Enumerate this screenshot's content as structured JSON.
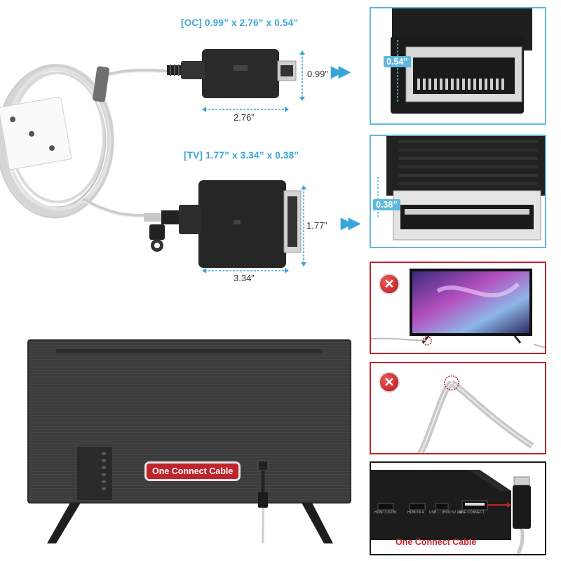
{
  "oc_connector": {
    "heading": "[OC] 0.99” x 2.76” x 0.54”",
    "height": "0.99”",
    "width": "2.76”",
    "depth_badge": "0.54”"
  },
  "tv_connector": {
    "heading": "[TV] 1.77” x 3.34” x 0.38”",
    "height": "1.77”",
    "width": "3.34”",
    "depth_badge": "0.38”"
  },
  "tv_panel": {
    "cable_label": "One Connect Cable"
  },
  "one_connect_panel": {
    "ports": [
      "HDMI 3 (STB)",
      "HDMI IN 4",
      "USB ↔ (HDD 5V 1A)",
      "ONE CONNECT"
    ],
    "cable_label": "One Connect Cable"
  },
  "colors": {
    "accent_blue": "#3aa6d8",
    "warning_red": "#c0242b"
  },
  "icons": [
    "double-chevron-right-icon",
    "prohibited-x-icon"
  ]
}
